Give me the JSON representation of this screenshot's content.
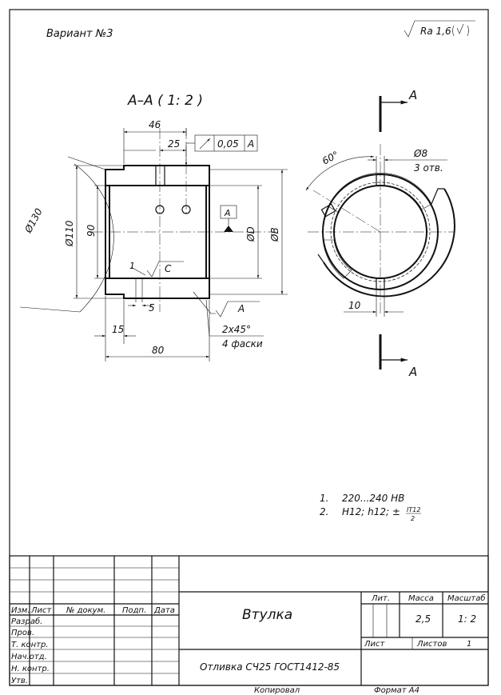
{
  "header": {
    "variant": "Вариант №3",
    "roughness_value": "Ra 1,6"
  },
  "drawing": {
    "section_title": "А–А ( 1: 2 )",
    "section_letter": "А",
    "datum_letter": "А",
    "tolerance_value": "0,05",
    "tolerance_datum": "А",
    "roughness_c": "С",
    "roughness_a": "А",
    "dims": {
      "len_46": "46",
      "len_25": "25",
      "dia_130": "Ø130",
      "dia_110": "Ø110",
      "dia_90": "90",
      "dia_D": "ØD",
      "dia_B": "ØB",
      "len_1": "1",
      "len_5": "5",
      "len_15": "15",
      "len_80": "80",
      "chamfer": "2x45°",
      "chamfer_note": "4 фаски",
      "angle_60": "60°",
      "hole_dia": "Ø8",
      "hole_count": "3 отв.",
      "len_10": "10"
    }
  },
  "notes": [
    {
      "num": "1.",
      "text": "220...240 НВ"
    },
    {
      "num": "2.",
      "text": "H12; h12; ±"
    },
    {
      "frac_top": "IT12",
      "frac_bottom": "2"
    }
  ],
  "title_block": {
    "name": "Втулка",
    "material": "Отливка СЧ25 ГОСТ1412-85",
    "mass": "2,5",
    "scale": "1: 2",
    "sheet_num": "1",
    "headers": {
      "lit": "Лит.",
      "massa": "Масса",
      "masshtab": "Масштаб",
      "list": "Лист",
      "listov": "Листов",
      "izm": "Изм.",
      "list_col": "Лист",
      "doc_num": "№ докум.",
      "podp": "Подп.",
      "data": "Дата"
    },
    "roles": [
      "Разраб.",
      "Пров.",
      "Т. контр.",
      "Нач.отд.",
      "Н. контр.",
      "Утв."
    ]
  },
  "footer": {
    "copied": "Копировал",
    "format": "Формат А4"
  }
}
